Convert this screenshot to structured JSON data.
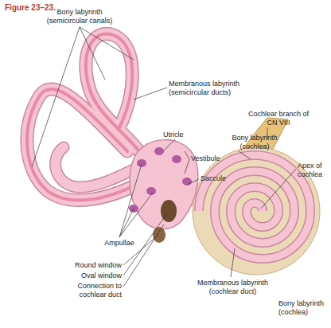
{
  "diagram": {
    "title": "Figure 23–23.",
    "labels": [
      "Bony labyrinth (semicircular canals)",
      "Membranous labyrinth (semicircular ducts)",
      "Cochlear branch of CN VIII",
      "Utricle",
      "Bony labyrinth (cochlea)",
      "Vestibule",
      "Saccule",
      "Apex of cochlea",
      "Ampullae",
      "Round window",
      "Oval window",
      "Connection to cochlear duct",
      "Membranous labyrinth (cochlear duct)",
      "Bony labyrinth (cochlea)"
    ]
  }
}
